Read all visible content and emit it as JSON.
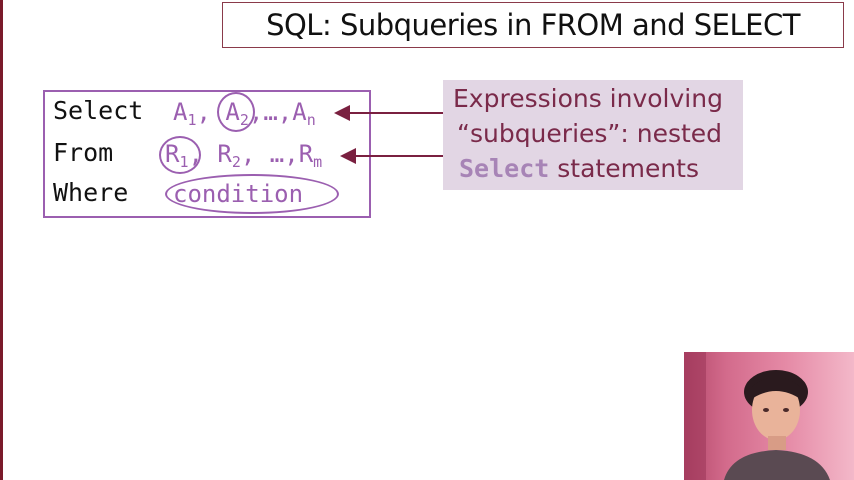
{
  "slide": {
    "title": "SQL: Subqueries in FROM and SELECT"
  },
  "sql": {
    "select_kw": "Select",
    "from_kw": "From",
    "where_kw": "Where",
    "condition": "condition",
    "attrs": [
      "A",
      "1",
      "A",
      "2",
      "…",
      "A",
      "n"
    ],
    "relations": [
      "R",
      "1",
      "R",
      "2",
      "…",
      "R",
      "m"
    ]
  },
  "note": {
    "line1": "Expressions involving",
    "line2": "“subqueries”: nested",
    "code_word": "Select",
    "line3_rest": " statements"
  },
  "colors": {
    "accent_purple": "#9b5fb0",
    "arrow_maroon": "#7a2040",
    "note_bg": "#e2d6e4"
  }
}
